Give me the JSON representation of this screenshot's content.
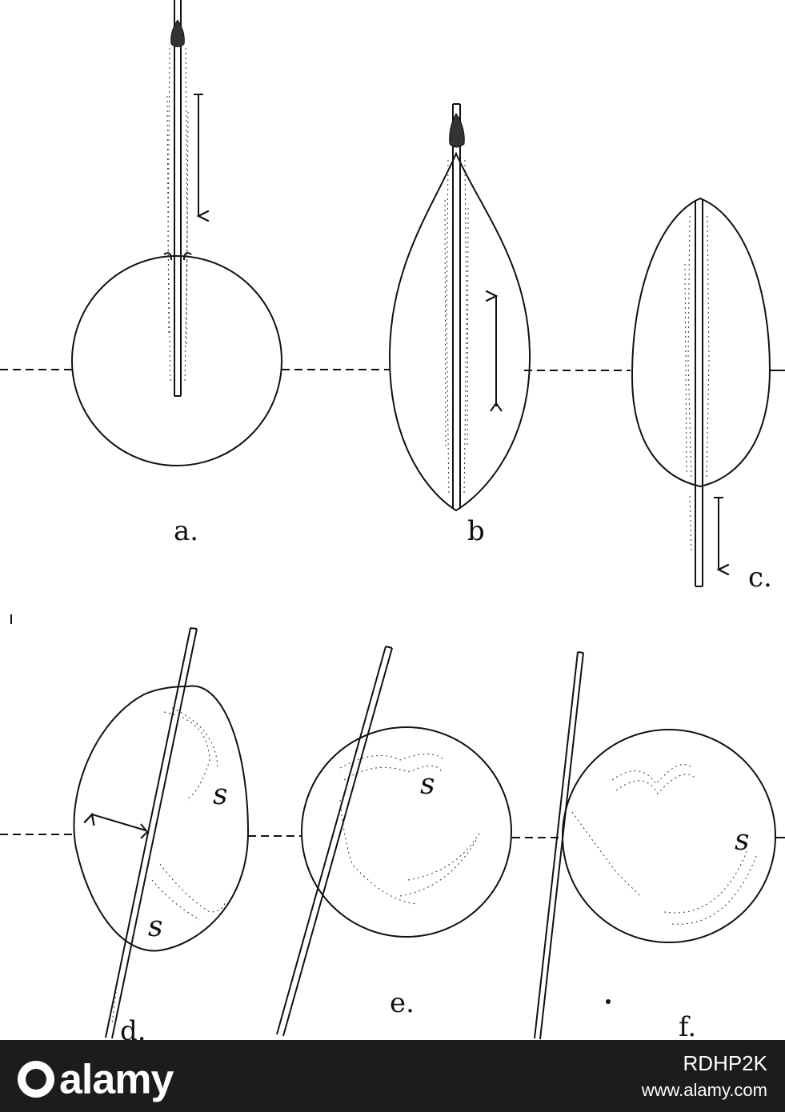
{
  "figure": {
    "panels": [
      {
        "id": "a",
        "label": "a."
      },
      {
        "id": "b",
        "label": "b"
      },
      {
        "id": "c",
        "label": "c."
      },
      {
        "id": "d",
        "label": "d.",
        "s_marks": [
          "s",
          "s"
        ]
      },
      {
        "id": "e",
        "label": "e.",
        "s_marks": [
          "s"
        ]
      },
      {
        "id": "f",
        "label": "f.",
        "s_marks": [
          "s"
        ]
      }
    ]
  },
  "watermark": {
    "brand": "alamy",
    "image_id": "RDHP2K",
    "url": "www.alamy.com"
  },
  "colors": {
    "ink": "#111111",
    "background": "#ffffff",
    "footer": "#1c1c1c"
  }
}
